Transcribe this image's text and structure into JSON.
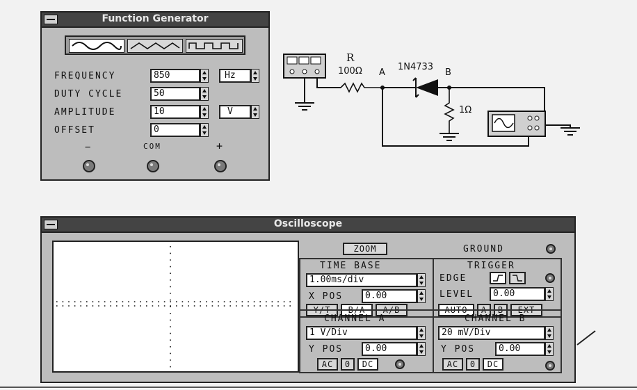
{
  "function_generator": {
    "title": "Function Generator",
    "waveforms": [
      "sine-wave-icon",
      "triangle-wave-icon",
      "square-wave-icon"
    ],
    "frequency": {
      "label": "FREQUENCY",
      "value": "850",
      "unit": "Hz"
    },
    "duty_cycle": {
      "label": "DUTY CYCLE",
      "value": "50"
    },
    "amplitude": {
      "label": "AMPLITUDE",
      "value": "10",
      "unit": "V"
    },
    "offset": {
      "label": "OFFSET",
      "value": "0"
    },
    "terminals": {
      "minus": "−",
      "com": "COM",
      "plus": "+"
    }
  },
  "circuit": {
    "resistor_name": "R",
    "resistor_value": "100Ω",
    "node_a": "A",
    "diode_name": "1N4733",
    "node_b": "B",
    "load_value": "1Ω"
  },
  "oscilloscope": {
    "title": "Oscilloscope",
    "zoom_label": "ZOOM",
    "ground_label": "GROUND",
    "time_base": {
      "title": "TIME BASE",
      "value": "1.00ms/div",
      "xpos_label": "X POS",
      "xpos_value": "0.00",
      "modes": [
        "Y/T",
        "B/A",
        "A/B"
      ]
    },
    "trigger": {
      "title": "TRIGGER",
      "edge_label": "EDGE",
      "level_label": "LEVEL",
      "level_value": "0.00",
      "modes": [
        "AUTO",
        "A",
        "B",
        "EXT"
      ]
    },
    "channel_a": {
      "title": "CHANNEL A",
      "value": "1 V/Div",
      "ypos_label": "Y POS",
      "ypos_value": "0.00",
      "coupling": [
        "AC",
        "0",
        "DC"
      ]
    },
    "channel_b": {
      "title": "CHANNEL B",
      "value": "20 mV/Div",
      "ypos_label": "Y POS",
      "ypos_value": "0.00",
      "coupling": [
        "AC",
        "0",
        "DC"
      ]
    }
  },
  "colors": {
    "window_bg": "#bdbdbd",
    "titlebar": "#444444",
    "screen": "#ffffff"
  }
}
